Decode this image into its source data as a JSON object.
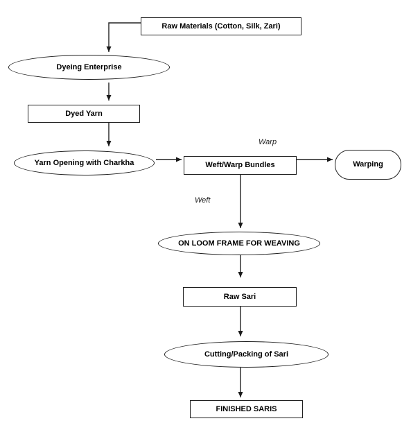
{
  "diagram": {
    "type": "flowchart",
    "nodes": [
      {
        "id": "raw-materials",
        "label": "Raw Materials (Cotton, Silk, Zari)",
        "shape": "rect"
      },
      {
        "id": "dyeing-enterprise",
        "label": "Dyeing Enterprise",
        "shape": "ellipse"
      },
      {
        "id": "dyed-yarn",
        "label": "Dyed Yarn",
        "shape": "rect"
      },
      {
        "id": "yarn-opening",
        "label": "Yarn Opening with Charkha",
        "shape": "ellipse"
      },
      {
        "id": "weft-warp-bundles",
        "label": "Weft/Warp Bundles",
        "shape": "rect"
      },
      {
        "id": "warping",
        "label": "Warping",
        "shape": "stadium"
      },
      {
        "id": "on-loom",
        "label": "ON LOOM FRAME FOR WEAVING",
        "shape": "ellipse"
      },
      {
        "id": "raw-sari",
        "label": "Raw Sari",
        "shape": "rect"
      },
      {
        "id": "cutting-packing",
        "label": "Cutting/Packing of Sari",
        "shape": "ellipse"
      },
      {
        "id": "finished-saris",
        "label": "FINISHED SARIS",
        "shape": "rect"
      }
    ],
    "edges": [
      {
        "from": "raw-materials",
        "to": "dyeing-enterprise",
        "label": ""
      },
      {
        "from": "dyeing-enterprise",
        "to": "dyed-yarn",
        "label": ""
      },
      {
        "from": "dyed-yarn",
        "to": "yarn-opening",
        "label": ""
      },
      {
        "from": "yarn-opening",
        "to": "weft-warp-bundles",
        "label": ""
      },
      {
        "from": "weft-warp-bundles",
        "to": "warping",
        "label": "Warp"
      },
      {
        "from": "weft-warp-bundles",
        "to": "on-loom",
        "label": "Weft"
      },
      {
        "from": "on-loom",
        "to": "raw-sari",
        "label": ""
      },
      {
        "from": "raw-sari",
        "to": "cutting-packing",
        "label": ""
      },
      {
        "from": "cutting-packing",
        "to": "finished-saris",
        "label": ""
      }
    ],
    "edge_labels": {
      "warp": "Warp",
      "weft": "Weft"
    },
    "colors": {
      "stroke": "#222222",
      "text": "#000000",
      "background": "#ffffff"
    }
  }
}
